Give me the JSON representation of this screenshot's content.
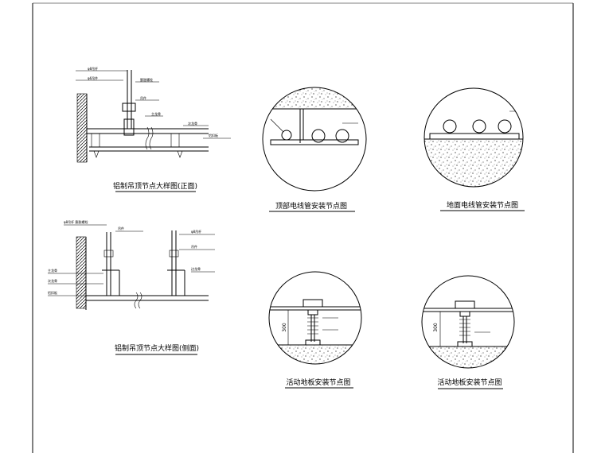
{
  "drawing": {
    "details": [
      {
        "id": "ceiling-elevation-1",
        "caption": "铝制吊顶节点大样图(正面)"
      },
      {
        "id": "ceiling-elevation-2",
        "caption": "铝制吊顶节点大样图(侧面)"
      },
      {
        "id": "top-pipe-detail",
        "caption": "顶部电线管安装节点图"
      },
      {
        "id": "floor-pipe-detail",
        "caption": "地面电线管安装节点图"
      },
      {
        "id": "raised-floor-detail-1",
        "caption": "活动地板安装节点图"
      },
      {
        "id": "raised-floor-detail-2",
        "caption": "活动地板安装节点图"
      }
    ],
    "dimension_labels": {
      "raised_floor_1": "300",
      "raised_floor_2": "300"
    }
  }
}
